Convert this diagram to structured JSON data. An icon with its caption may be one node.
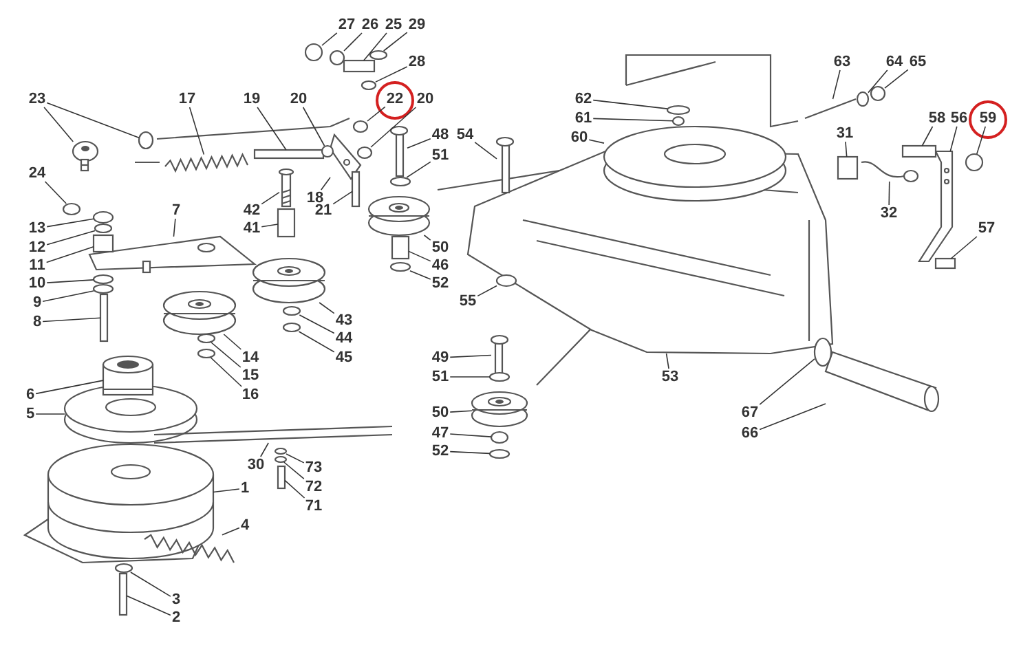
{
  "diagram": {
    "nodes": [
      {
        "text": [
          "27"
        ]
      },
      {
        "text": [
          "26"
        ]
      },
      {
        "text": [
          "25"
        ]
      },
      {
        "text": [
          "29"
        ]
      },
      {
        "text": [
          "28"
        ]
      },
      {
        "text": [
          "23"
        ]
      },
      {
        "text": [
          "17"
        ]
      },
      {
        "text": [
          "19"
        ]
      },
      {
        "text": [
          "20"
        ]
      },
      {
        "text": [
          "22"
        ]
      },
      {
        "text": [
          "20"
        ]
      },
      {
        "text": [
          "48"
        ]
      },
      {
        "text": [
          "54"
        ]
      },
      {
        "text": [
          "62"
        ]
      },
      {
        "text": [
          "61"
        ]
      },
      {
        "text": [
          "60"
        ]
      },
      {
        "text": [
          "63"
        ]
      },
      {
        "text": [
          "64"
        ]
      },
      {
        "text": [
          "65"
        ]
      },
      {
        "text": [
          "31"
        ]
      },
      {
        "text": [
          "58"
        ]
      },
      {
        "text": [
          "56"
        ]
      },
      {
        "text": [
          "59"
        ]
      },
      {
        "text": [
          "51"
        ]
      },
      {
        "text": [
          "24"
        ]
      },
      {
        "text": [
          "18"
        ]
      },
      {
        "text": [
          "7"
        ]
      },
      {
        "text": [
          "42"
        ]
      },
      {
        "text": [
          "21"
        ]
      },
      {
        "text": [
          "13"
        ]
      },
      {
        "text": [
          "12"
        ]
      },
      {
        "text": [
          "41"
        ]
      },
      {
        "text": [
          "11"
        ]
      },
      {
        "text": [
          "50"
        ]
      },
      {
        "text": [
          "46"
        ]
      },
      {
        "text": [
          "52"
        ]
      },
      {
        "text": [
          "10"
        ]
      },
      {
        "text": [
          "9"
        ]
      },
      {
        "text": [
          "8"
        ]
      },
      {
        "text": [
          "32"
        ]
      },
      {
        "text": [
          "57"
        ]
      },
      {
        "text": [
          "55"
        ]
      },
      {
        "text": [
          "43"
        ]
      },
      {
        "text": [
          "44"
        ]
      },
      {
        "text": [
          "45"
        ]
      },
      {
        "text": [
          "14"
        ]
      },
      {
        "text": [
          "15"
        ]
      },
      {
        "text": [
          "16"
        ]
      },
      {
        "text": [
          "6"
        ]
      },
      {
        "text": [
          "5"
        ]
      },
      {
        "text": [
          "49"
        ]
      },
      {
        "text": [
          "51"
        ]
      },
      {
        "text": [
          "53"
        ]
      },
      {
        "text": [
          "30"
        ]
      },
      {
        "text": [
          "73"
        ]
      },
      {
        "text": [
          "50"
        ]
      },
      {
        "text": [
          "47"
        ]
      },
      {
        "text": [
          "72"
        ]
      },
      {
        "text": [
          "1"
        ]
      },
      {
        "text": [
          "52"
        ]
      },
      {
        "text": [
          "71"
        ]
      },
      {
        "text": [
          "67"
        ]
      },
      {
        "text": [
          "66"
        ]
      },
      {
        "text": [
          "4"
        ]
      },
      {
        "text": [
          "3"
        ]
      },
      {
        "text": [
          "2"
        ]
      },
      {
        "text": [],
        "shape": "circle"
      },
      {
        "text": [],
        "shape": "circle"
      },
      {
        "text": [],
        "shape": "box"
      },
      {
        "text": [],
        "shape": "circle"
      },
      {
        "text": [],
        "shape": "circle"
      },
      {
        "text": [],
        "shape": "picture"
      },
      {
        "text": [],
        "shape": "circle"
      },
      {
        "text": [],
        "shape": "picture"
      },
      {
        "text": [],
        "shape": "box"
      },
      {
        "text": [],
        "shape": "circle"
      },
      {
        "text": [],
        "shape": "circle"
      },
      {
        "text": [],
        "shape": "circle"
      },
      {
        "text": [],
        "shape": "picture"
      },
      {
        "text": [],
        "shape": "picture"
      },
      {
        "text": [],
        "shape": "circle"
      },
      {
        "text": [],
        "shape": "circle"
      },
      {
        "text": [],
        "shape": "picture"
      },
      {
        "text": [],
        "shape": "picture"
      },
      {
        "text": [],
        "shape": "circle"
      },
      {
        "text": [],
        "shape": "circle"
      },
      {
        "text": [],
        "shape": "box"
      },
      {
        "text": [],
        "shape": "box"
      },
      {
        "text": [],
        "shape": "picture"
      },
      {
        "text": [],
        "shape": "circle"
      },
      {
        "text": [],
        "shape": "circle"
      },
      {
        "text": [],
        "shape": "circle"
      },
      {
        "text": [],
        "shape": "picture"
      },
      {
        "text": [],
        "shape": "picture"
      },
      {
        "text": [],
        "shape": "picture"
      },
      {
        "text": [],
        "shape": "box"
      },
      {
        "text": [],
        "shape": "circle"
      },
      {
        "text": [],
        "shape": "circle"
      },
      {
        "text": [],
        "shape": "box"
      },
      {
        "text": [],
        "shape": "box"
      },
      {
        "text": [],
        "shape": "picture"
      },
      {
        "text": [],
        "shape": "box"
      },
      {
        "text": [],
        "shape": "circle"
      },
      {
        "text": [],
        "shape": "circle"
      },
      {
        "text": [],
        "shape": "circle"
      },
      {
        "text": [],
        "shape": "box"
      },
      {
        "text": [],
        "shape": "picture"
      },
      {
        "text": [],
        "shape": "box"
      },
      {
        "text": [],
        "shape": "circle"
      },
      {
        "text": [],
        "shape": "picture"
      },
      {
        "text": [],
        "shape": "circle"
      },
      {
        "text": [],
        "shape": "circle"
      },
      {
        "text": [],
        "shape": "picture"
      },
      {
        "text": [],
        "shape": "circle"
      },
      {
        "text": [],
        "shape": "circle"
      },
      {
        "text": [],
        "shape": "picture"
      },
      {
        "text": [],
        "shape": "picture"
      },
      {
        "text": [],
        "shape": "picture"
      },
      {
        "text": [],
        "shape": "circle"
      },
      {
        "text": [],
        "shape": "picture"
      },
      {
        "text": [],
        "shape": "picture"
      },
      {
        "text": [],
        "shape": "circle"
      },
      {
        "text": [],
        "shape": "picture"
      },
      {
        "text": [],
        "shape": "circle"
      },
      {
        "text": [],
        "shape": "circle"
      },
      {
        "text": [],
        "shape": "picture"
      },
      {
        "text": [],
        "shape": "circle"
      },
      {
        "text": [],
        "shape": "box"
      },
      {
        "text": [],
        "shape": "circle"
      },
      {
        "text": [],
        "shape": "picture"
      },
      {
        "text": [],
        "shape": "picture"
      },
      {
        "text": [],
        "shape": "circle"
      },
      {
        "text": [],
        "shape": "box"
      }
    ],
    "edges": [
      {
        "from": 0,
        "to": 66,
        "arrow": "none"
      },
      {
        "from": 1,
        "to": 67,
        "arrow": "none"
      },
      {
        "from": 2,
        "to": 68,
        "arrow": "none"
      },
      {
        "from": 3,
        "to": 69,
        "arrow": "none"
      },
      {
        "from": 4,
        "to": 70,
        "arrow": "none"
      },
      {
        "from": 5,
        "to": 71,
        "arrow": "none"
      },
      {
        "from": 5,
        "to": 72,
        "arrow": "none"
      },
      {
        "from": 6,
        "to": 73,
        "arrow": "none"
      },
      {
        "from": 7,
        "to": 74,
        "arrow": "none"
      },
      {
        "from": 8,
        "to": 75,
        "arrow": "none"
      },
      {
        "from": 9,
        "to": 76,
        "arrow": "none"
      },
      {
        "from": 10,
        "to": 77,
        "arrow": "none"
      },
      {
        "from": 11,
        "to": 78,
        "arrow": "none"
      },
      {
        "from": 12,
        "to": 79,
        "arrow": "none"
      },
      {
        "from": 13,
        "to": 80,
        "arrow": "none"
      },
      {
        "from": 14,
        "to": 81,
        "arrow": "none"
      },
      {
        "from": 15,
        "to": 82,
        "arrow": "none"
      },
      {
        "from": 16,
        "to": 83,
        "arrow": "none"
      },
      {
        "from": 17,
        "to": 84,
        "arrow": "none"
      },
      {
        "from": 18,
        "to": 85,
        "arrow": "none"
      },
      {
        "from": 19,
        "to": 86,
        "arrow": "none"
      },
      {
        "from": 20,
        "to": 87,
        "arrow": "none"
      },
      {
        "from": 21,
        "to": 88,
        "arrow": "none"
      },
      {
        "from": 22,
        "to": 89,
        "arrow": "none"
      },
      {
        "from": 23,
        "to": 90,
        "arrow": "none"
      },
      {
        "from": 24,
        "to": 91,
        "arrow": "none"
      },
      {
        "from": 25,
        "to": 92,
        "arrow": "none"
      },
      {
        "from": 26,
        "to": 93,
        "arrow": "none"
      },
      {
        "from": 27,
        "to": 94,
        "arrow": "none"
      },
      {
        "from": 28,
        "to": 95,
        "arrow": "none"
      },
      {
        "from": 29,
        "to": 96,
        "arrow": "none"
      },
      {
        "from": 30,
        "to": 97,
        "arrow": "none"
      },
      {
        "from": 31,
        "to": 98,
        "arrow": "none"
      },
      {
        "from": 32,
        "to": 99,
        "arrow": "none"
      },
      {
        "from": 33,
        "to": 100,
        "arrow": "none"
      },
      {
        "from": 34,
        "to": 101,
        "arrow": "none"
      },
      {
        "from": 35,
        "to": 102,
        "arrow": "none"
      },
      {
        "from": 36,
        "to": 103,
        "arrow": "none"
      },
      {
        "from": 37,
        "to": 104,
        "arrow": "none"
      },
      {
        "from": 38,
        "to": 105,
        "arrow": "none"
      },
      {
        "from": 39,
        "to": 106,
        "arrow": "none"
      },
      {
        "from": 40,
        "to": 107,
        "arrow": "none"
      },
      {
        "from": 41,
        "to": 108,
        "arrow": "none"
      },
      {
        "from": 42,
        "to": 109,
        "arrow": "none"
      },
      {
        "from": 43,
        "to": 110,
        "arrow": "none"
      },
      {
        "from": 44,
        "to": 111,
        "arrow": "none"
      },
      {
        "from": 45,
        "to": 112,
        "arrow": "none"
      },
      {
        "from": 46,
        "to": 113,
        "arrow": "none"
      },
      {
        "from": 47,
        "to": 114,
        "arrow": "none"
      },
      {
        "from": 48,
        "to": 115,
        "arrow": "none"
      },
      {
        "from": 49,
        "to": 116,
        "arrow": "none"
      },
      {
        "from": 50,
        "to": 117,
        "arrow": "none"
      },
      {
        "from": 51,
        "to": 118,
        "arrow": "none"
      },
      {
        "from": 52,
        "to": 119,
        "arrow": "none"
      },
      {
        "from": 53,
        "to": 120,
        "arrow": "none"
      },
      {
        "from": 54,
        "to": 121,
        "arrow": "none"
      },
      {
        "from": 55,
        "to": 122,
        "arrow": "none"
      },
      {
        "from": 56,
        "to": 123,
        "arrow": "none"
      },
      {
        "from": 57,
        "to": 124,
        "arrow": "none"
      },
      {
        "from": 58,
        "to": 125,
        "arrow": "none"
      },
      {
        "from": 59,
        "to": 126,
        "arrow": "none"
      },
      {
        "from": 60,
        "to": 127,
        "arrow": "none"
      },
      {
        "from": 61,
        "to": 128,
        "arrow": "none"
      },
      {
        "from": 62,
        "to": 129,
        "arrow": "none"
      },
      {
        "from": 63,
        "to": 130,
        "arrow": "none"
      },
      {
        "from": 64,
        "to": 131,
        "arrow": "none"
      },
      {
        "from": 65,
        "to": 132,
        "arrow": "none"
      }
    ]
  }
}
